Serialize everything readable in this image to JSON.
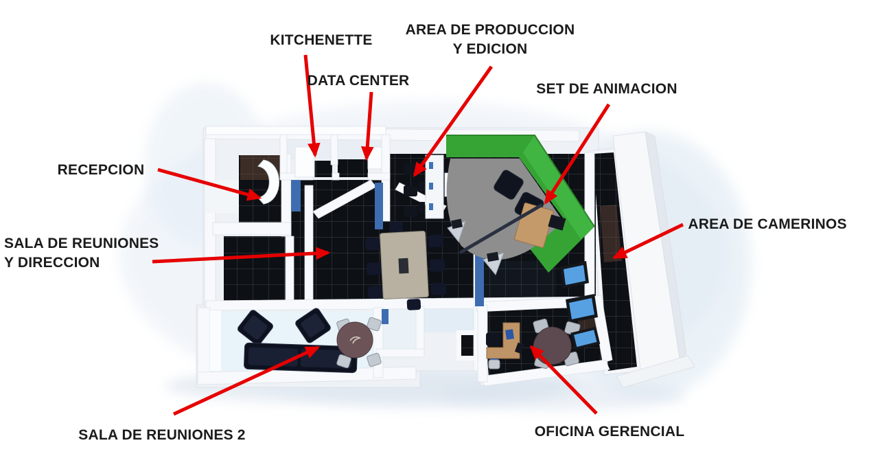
{
  "figure": {
    "type": "annotated-3d-floorplan",
    "language": "es"
  },
  "labels": {
    "kitchenette": {
      "text": "KITCHENETTE"
    },
    "area_produccion": {
      "line1": "AREA DE PRODUCCION",
      "line2": "Y EDICION"
    },
    "data_center": {
      "text": "DATA CENTER"
    },
    "set_animacion": {
      "text": "SET DE ANIMACION"
    },
    "recepcion": {
      "text": "RECEPCION"
    },
    "area_camerinos": {
      "text": "AREA DE CAMERINOS"
    },
    "sala_reuniones_direccion": {
      "line1": "SALA DE REUNIONES",
      "line2": "Y DIRECCION"
    },
    "sala_reuniones_2": {
      "text": "SALA DE REUNIONES 2"
    },
    "oficina_gerencial": {
      "text": "OFICINA GERENCIAL"
    }
  },
  "colors": {
    "arrow_red": "#e60000",
    "label_text": "#1b1b1b",
    "chroma_green": "#35a435",
    "cyclorama_gray": "#8e8e8e",
    "floor_dark": "#0d1014",
    "tile_grid": "#363c44",
    "accent_blue": "#3e6cb0",
    "screen_blue": "#57a1e3",
    "wall_white": "#f5f7fa",
    "wood": "#bf9466",
    "light_floor": "#e9f3fa"
  }
}
